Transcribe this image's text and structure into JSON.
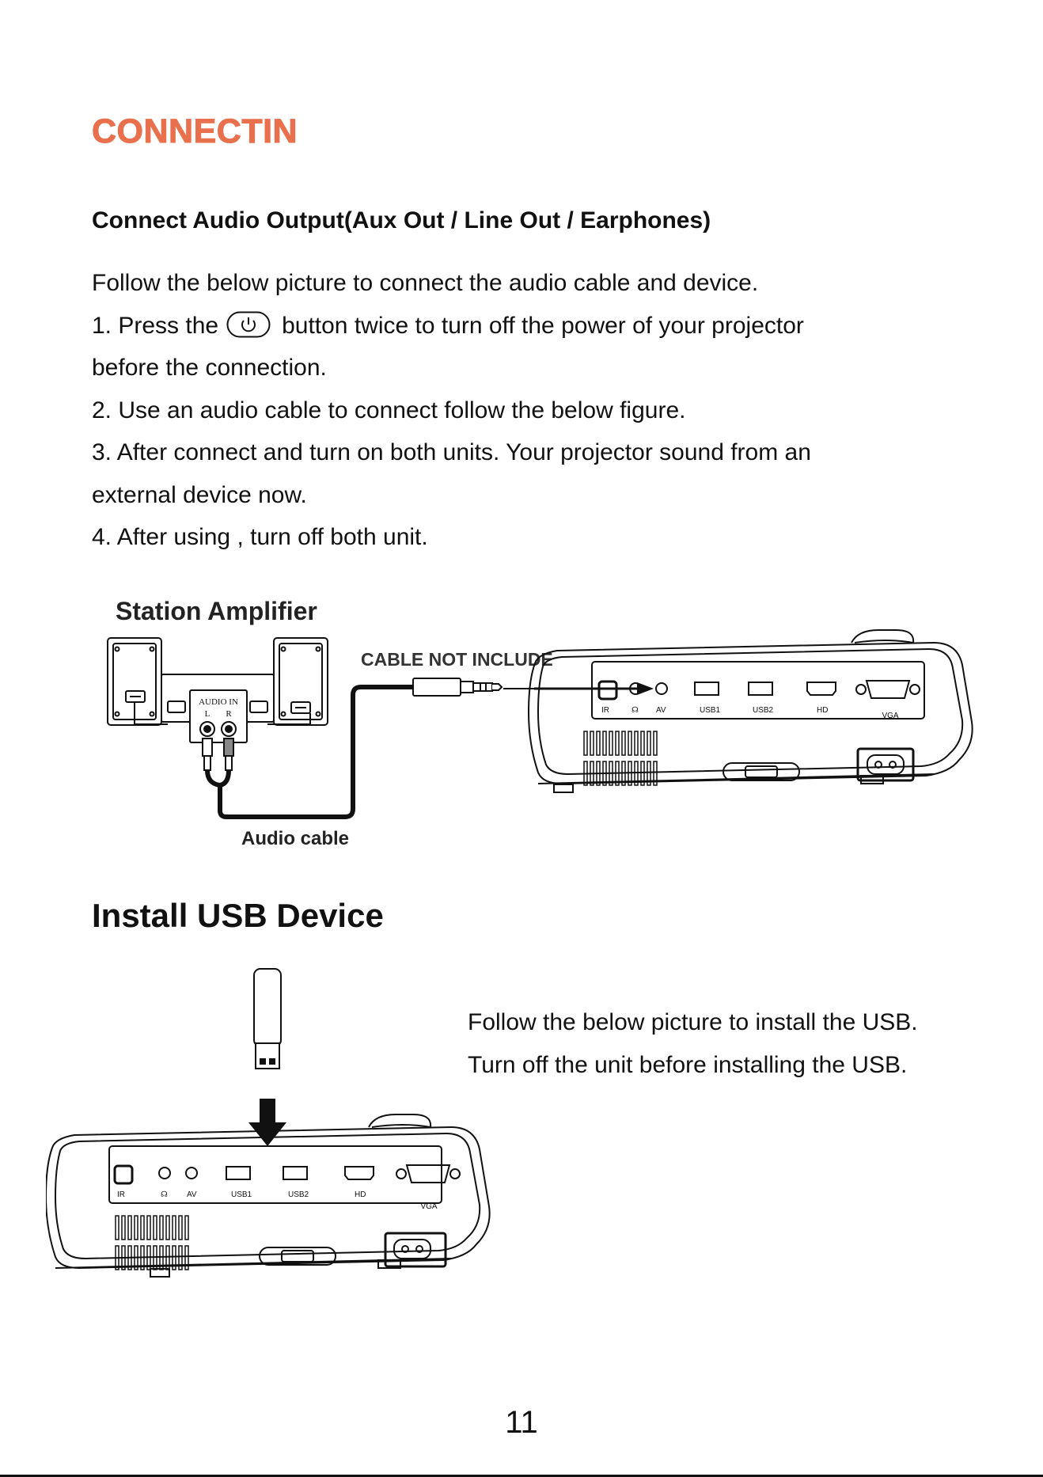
{
  "header": {
    "title": "CONNECTIN"
  },
  "audio_section": {
    "subheading": "Connect Audio Output(Aux Out / Line Out / Earphones)",
    "intro": "Follow the below picture to connect the audio cable and device.",
    "step1_prefix": "1. Press the",
    "step1_suffix": "button twice to turn off the power of your projector",
    "step1_cont": "before the connection.",
    "step2": "2. Use an audio cable to connect follow the below figure.",
    "step3": "3. After connect and turn on both units. Your projector sound from an",
    "step3_cont": "external device now.",
    "step4": "4. After using , turn off both unit.",
    "power_icon": "power-icon"
  },
  "diagram_audio": {
    "amp_label": "Station Amplifier",
    "cable_note": "CABLE NOT INCLUDE",
    "audio_cable_label": "Audio cable",
    "audio_in_label": "AUDIO  IN",
    "left_label": "L",
    "right_label": "R"
  },
  "ports": {
    "ir": "IR",
    "av": "AV",
    "usb1": "USB1",
    "usb2": "USB2",
    "hd": "HD",
    "vga": "VGA"
  },
  "usb_section": {
    "title": "Install USB Device",
    "line1": "Follow the below picture to install the USB.",
    "line2": "Turn off the unit before installing the USB."
  },
  "footer": {
    "page_number": "11"
  }
}
